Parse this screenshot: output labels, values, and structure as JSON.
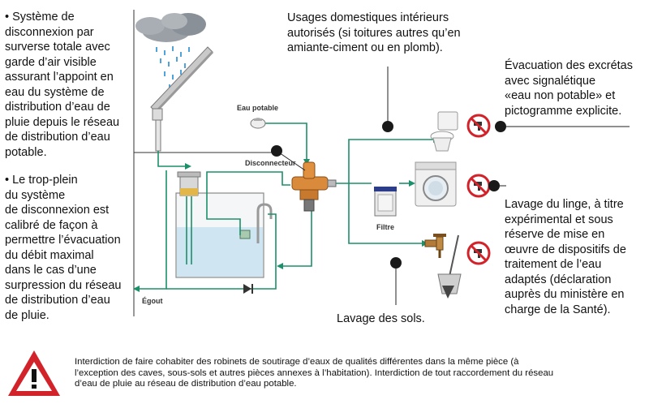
{
  "left_text": {
    "bullet1_lines": [
      "• Système de",
      "disconnexion par",
      "surverse totale avec",
      "garde d’air visible",
      "assurant l’appoint en",
      "eau du système de",
      "distribution d’eau de",
      "pluie depuis le réseau",
      "de distribution d’eau",
      "potable."
    ],
    "bullet2_lines": [
      "• Le trop-plein",
      "du système",
      "de disconnexion est",
      "calibré de façon à",
      "permettre l’évacuation",
      "du débit maximal",
      "dans le cas d’une",
      "surpression du réseau",
      "de distribution d’eau",
      "de pluie."
    ]
  },
  "top_text_lines": [
    "Usages domestiques intérieurs",
    "autorisés (si toitures autres qu’en",
    "amiante-ciment ou en plomb)."
  ],
  "right_top_lines": [
    "Évacuation des excrétas",
    "avec signalétique",
    "«eau non potable» et",
    "pictogramme explicite."
  ],
  "right_mid_lines": [
    "Lavage du linge, à titre",
    "expérimental et sous",
    "réserve de mise en",
    "œuvre de dispositifs de",
    "traitement de l’eau",
    "adaptés (déclaration",
    "auprès du ministère en",
    "charge de la Santé)."
  ],
  "floor_text": "Lavage des sols.",
  "labels": {
    "eau_potable": "Eau potable",
    "disconnecteur": "Disconnecteur",
    "filtre": "Filtre",
    "egout": "Égout"
  },
  "warning_lines": [
    "Interdiction de faire cohabiter des robinets de soutirage d’eaux de qualités différentes dans la même pièce (à",
    "l’exception des caves, sous-sols et autres pièces annexes à l’habitation). Interdiction de tout raccordement du réseau",
    "d’eau de pluie au réseau de distribution d’eau potable."
  ],
  "colors": {
    "pipe": "#1c8f6b",
    "water": "#cfe6f2",
    "warning_red": "#d2232a",
    "prohibit_red": "#d2232a"
  },
  "icons": [
    "rain-cloud-icon",
    "toilet-icon",
    "washing-machine-icon",
    "tap-mop-icon",
    "no-drinking-icon",
    "warning-triangle-icon"
  ]
}
